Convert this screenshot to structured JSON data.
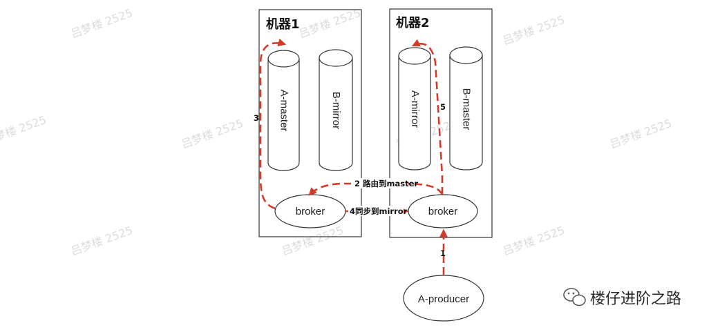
{
  "machines": {
    "m1": {
      "title": "机器1"
    },
    "m2": {
      "title": "机器2"
    }
  },
  "cylinders": {
    "a_master": "A-master",
    "b_mirror": "B-mirror",
    "a_mirror": "A-mirror",
    "b_master": "B-master"
  },
  "nodes": {
    "broker1": "broker",
    "broker2": "broker",
    "producer": "A-producer"
  },
  "arrows": {
    "step1": "1",
    "step2": "2 路由到master",
    "step3": "3",
    "step4": "4同步到mirror",
    "step5": "5"
  },
  "watermark": "吕梦楼 2525",
  "brand": {
    "name": "楼仔进阶之路"
  },
  "colors": {
    "arrow": "#d23a2a",
    "border": "#333333"
  }
}
